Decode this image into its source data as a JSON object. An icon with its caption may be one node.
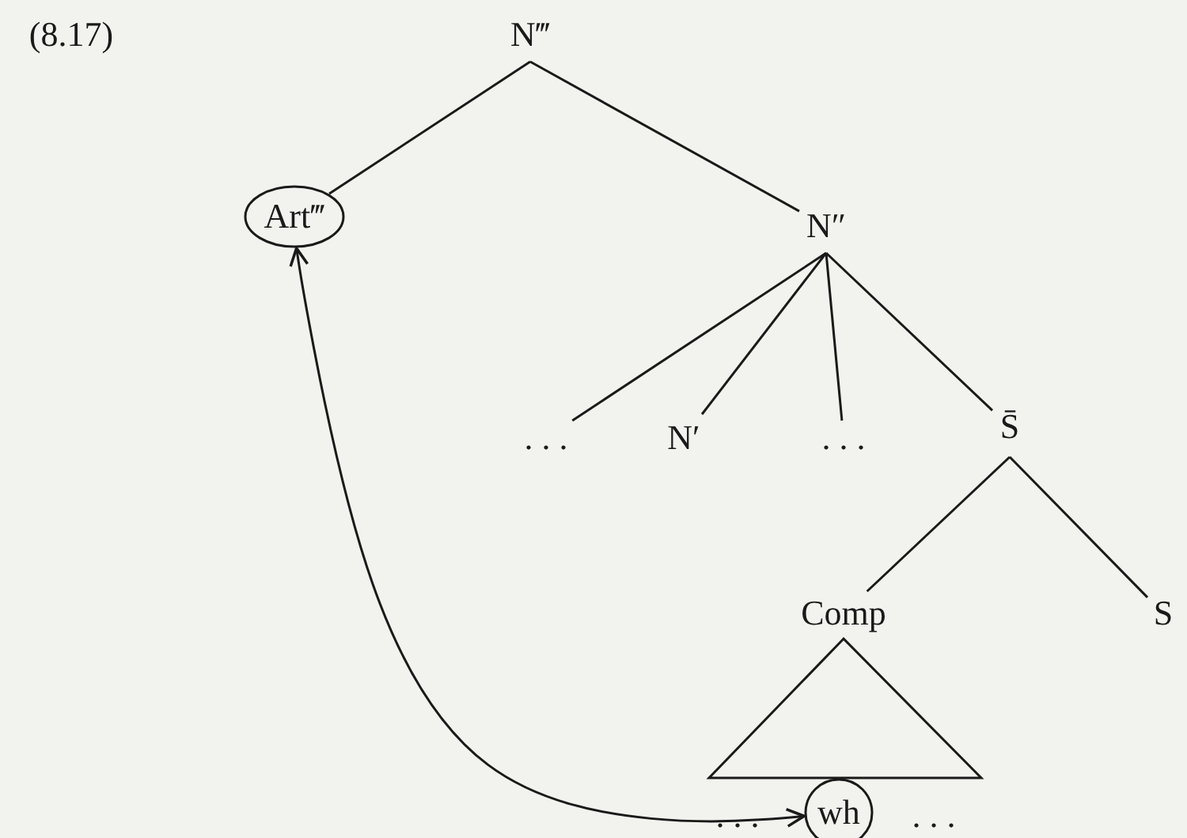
{
  "diagram": {
    "nodes": [
      {
        "text": [
          "N‴"
        ]
      },
      {
        "text": [
          "Art‴"
        ]
      },
      {
        "text": [
          "N″"
        ]
      },
      {
        "text": [
          ". . ."
        ]
      },
      {
        "text": [
          "N′"
        ]
      },
      {
        "text": [
          ". . ."
        ]
      },
      {
        "text": [
          "S̄"
        ]
      },
      {
        "text": [
          "Comp"
        ]
      },
      {
        "text": [
          "S"
        ]
      },
      {
        "text": [
          "wh"
        ]
      }
    ],
    "edges": [
      {
        "from": 0,
        "to": 1,
        "arrow": "none"
      },
      {
        "from": 0,
        "to": 2,
        "arrow": "none"
      },
      {
        "from": 2,
        "to": 3,
        "arrow": "none"
      },
      {
        "from": 2,
        "to": 4,
        "arrow": "none"
      },
      {
        "from": 2,
        "to": 5,
        "arrow": "none"
      },
      {
        "from": 2,
        "to": 6,
        "arrow": "none"
      },
      {
        "from": 6,
        "to": 7,
        "arrow": "none"
      },
      {
        "from": 6,
        "to": 8,
        "arrow": "none"
      },
      {
        "from": 1,
        "to": 9,
        "arrow": "both"
      }
    ],
    "labels": [
      "(8.17)",
      ". . .",
      ". . ."
    ]
  }
}
